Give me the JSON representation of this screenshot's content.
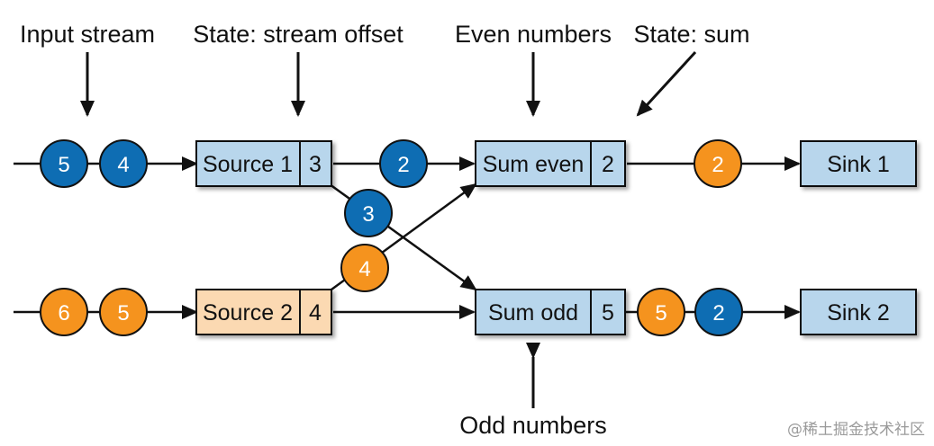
{
  "labels": {
    "input_stream": "Input stream",
    "state_stream_offset": "State: stream offset",
    "even_numbers": "Even numbers",
    "state_sum": "State: sum",
    "odd_numbers": "Odd numbers"
  },
  "operators": {
    "source1": {
      "name": "Source 1",
      "state": "3"
    },
    "source2": {
      "name": "Source 2",
      "state": "4"
    },
    "sum_even": {
      "name": "Sum even",
      "state": "2"
    },
    "sum_odd": {
      "name": "Sum odd",
      "state": "5"
    },
    "sink1": {
      "name": "Sink 1"
    },
    "sink2": {
      "name": "Sink 2"
    }
  },
  "records": {
    "input1_a": "5",
    "input1_b": "4",
    "input2_a": "6",
    "input2_b": "5",
    "s1_to_even": "2",
    "s1_to_odd": "3",
    "s2_to_even": "4",
    "even_to_sink1": "2",
    "odd_to_sink2_a": "5",
    "odd_to_sink2_b": "2"
  },
  "watermark": "@稀土掘金技术社区",
  "colors": {
    "blue_record": "#0e6db3",
    "orange_record": "#f5931e",
    "blue_box": "#b8d6ec",
    "orange_box": "#fbd9b2",
    "line": "#111111"
  }
}
